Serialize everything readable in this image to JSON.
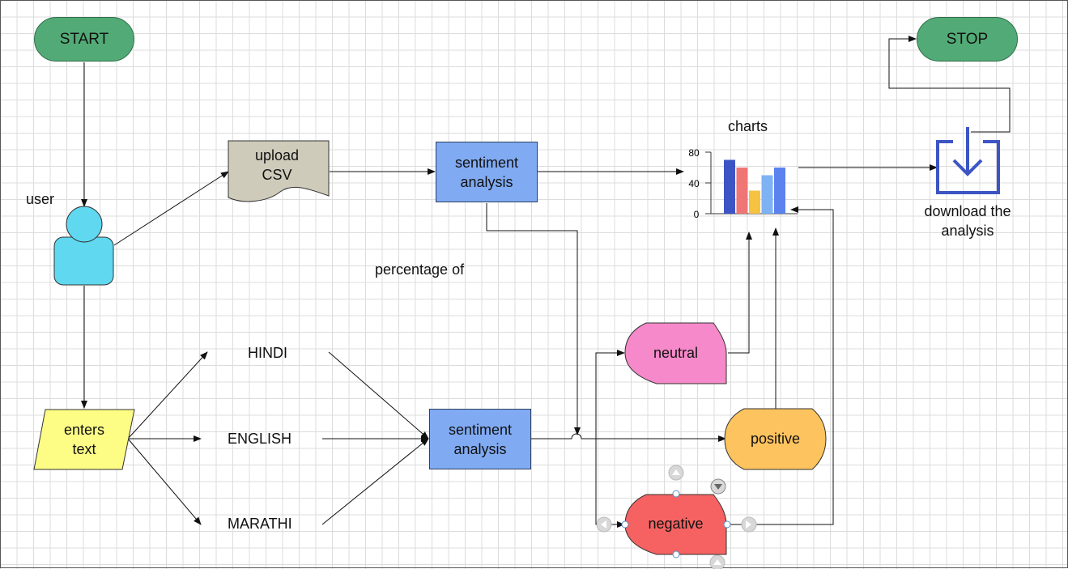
{
  "nodes": {
    "start": "START",
    "stop": "STOP",
    "user": "user",
    "upload": "upload\nCSV",
    "sentiment_top": "sentiment\nanalysis",
    "sentiment_bottom": "sentiment\nanalysis",
    "enters_text": "enters\ntext",
    "hindi": "HINDI",
    "english": "ENGLISH",
    "marathi": "MARATHI",
    "percentage": "percentage of",
    "charts": "charts",
    "neutral": "neutral",
    "positive": "positive",
    "negative": "negative",
    "download": "download the\nanalysis"
  },
  "chart_icon": {
    "y_ticks": [
      "80",
      "40",
      "0"
    ],
    "bar_values": [
      70,
      60,
      30,
      50,
      60
    ],
    "bar_colors": [
      "#3d55c4",
      "#f07575",
      "#f5c242",
      "#7fb1f5",
      "#5b82ee"
    ]
  },
  "colors": {
    "terminal": "#52ab76",
    "process": "#80aaf2",
    "document": "#cfcbbb",
    "input": "#fdfd86",
    "user": "#5fd8f0",
    "neutral": "#f589c9",
    "positive": "#fdc35e",
    "negative": "#f66262",
    "download_icon": "#3d55c4"
  }
}
